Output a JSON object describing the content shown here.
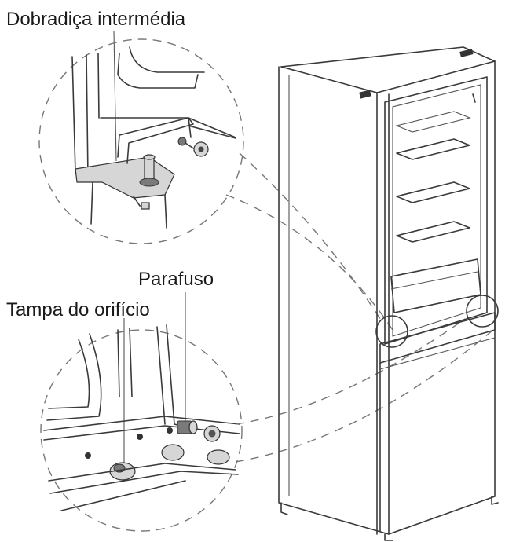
{
  "labels": {
    "hinge": "Dobradiça intermédia",
    "screw": "Parafuso",
    "hole_cover": "Tampa do orifício"
  },
  "colors": {
    "line": "#3a3a3a",
    "dash": "#777777",
    "background": "#ffffff"
  }
}
